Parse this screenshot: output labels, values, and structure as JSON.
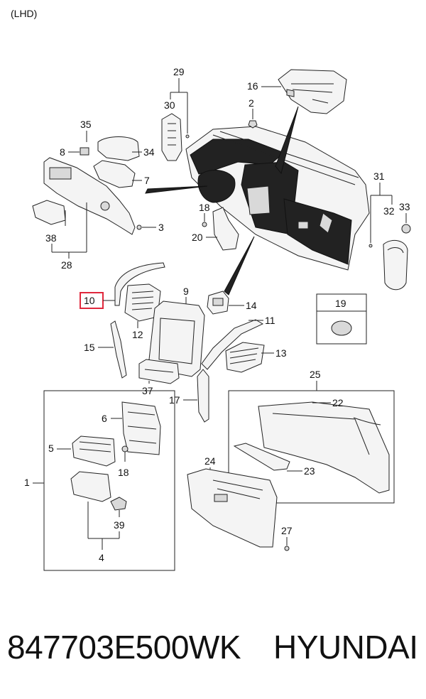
{
  "header": {
    "variant": "(LHD)"
  },
  "callouts": {
    "c1": "1",
    "c2": "2",
    "c3": "3",
    "c4": "4",
    "c5": "5",
    "c6": "6",
    "c7": "7",
    "c8": "8",
    "c9": "9",
    "c10": "10",
    "c11": "11",
    "c12": "12",
    "c13": "13",
    "c14": "14",
    "c15": "15",
    "c16": "16",
    "c17": "17",
    "c18a": "18",
    "c18b": "18",
    "c19": "19",
    "c20": "20",
    "c22": "22",
    "c23": "23",
    "c24": "24",
    "c25": "25",
    "c27": "27",
    "c28": "28",
    "c29": "29",
    "c30": "30",
    "c31": "31",
    "c32": "32",
    "c33": "33",
    "c34": "34",
    "c35": "35",
    "c37": "37",
    "c38": "38",
    "c39": "39"
  },
  "highlight": {
    "part": "10",
    "color": "#e0283c"
  },
  "footer": {
    "part_number": "847703E500WK",
    "brand": "HYUNDAI"
  }
}
